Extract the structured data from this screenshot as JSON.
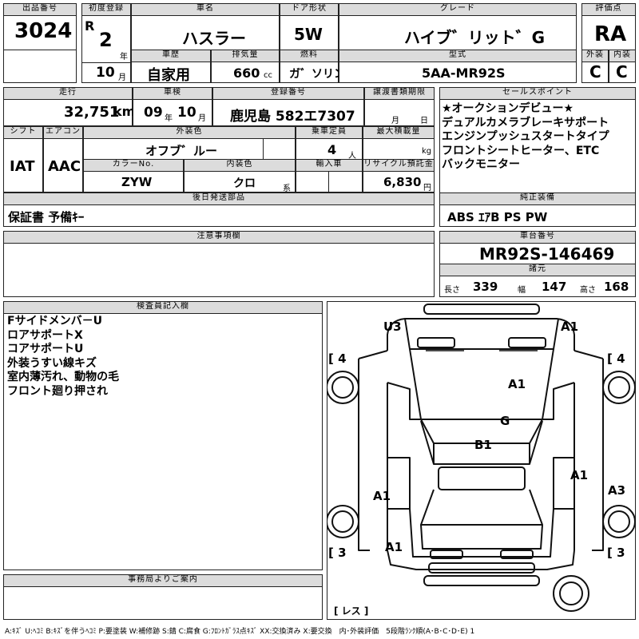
{
  "lot": {
    "label": "出品番号",
    "value": "3024"
  },
  "first_reg": {
    "label": "初度登録",
    "era": "R",
    "year": "2",
    "year_unit": "年",
    "month": "10",
    "month_unit": "月"
  },
  "model_name": {
    "label": "車名",
    "value": "ハスラー"
  },
  "doors": {
    "label": "ドア形状",
    "value": "5W"
  },
  "grade": {
    "label": "グレード",
    "value": "ハイブ゛リット゛G"
  },
  "score": {
    "label": "評価点",
    "value": "RA"
  },
  "history": {
    "label": "車歴",
    "value": "自家用"
  },
  "displacement": {
    "label": "排気量",
    "value": "660",
    "unit": "cc"
  },
  "fuel": {
    "label": "燃料",
    "value": "ガ゛ソリン"
  },
  "model_code": {
    "label": "型式",
    "value": "5AA-MR92S"
  },
  "exterior_grade": {
    "label": "外装",
    "value": "C"
  },
  "interior_grade": {
    "label": "内装",
    "value": "C"
  },
  "mileage": {
    "label": "走行",
    "value": "32,751",
    "unit": "km"
  },
  "inspection": {
    "label": "車検",
    "year": "09",
    "year_unit": "年",
    "month": "10",
    "month_unit": "月"
  },
  "registration": {
    "label": "登録番号",
    "value": "鹿児島 582エ7307"
  },
  "transfer_deadline": {
    "label": "譲渡書類期限",
    "month_unit": "月",
    "day_unit": "日"
  },
  "shift": {
    "label": "シフト",
    "value": "IAT"
  },
  "aircon": {
    "label": "エアコン",
    "value": "AAC"
  },
  "ext_color": {
    "label": "外装色",
    "value": "オフブ゛ルー"
  },
  "capacity": {
    "label": "乗車定員",
    "value": "4",
    "unit": "人"
  },
  "max_load": {
    "label": "最大積載量",
    "unit": "kg"
  },
  "color_no": {
    "label": "カラーNo.",
    "value": "ZYW"
  },
  "int_color": {
    "label": "内装色",
    "value": "クロ",
    "unit": "系"
  },
  "import": {
    "label": "輸入車"
  },
  "recycle": {
    "label": "リサイクル預託金",
    "value": "6,830",
    "unit": "円"
  },
  "sales_points": {
    "label": "セールスポイント",
    "lines": [
      "★オークションデビュー★",
      "デュアルカメラブレーキサポート",
      "エンジンプッシュスタートタイプ",
      "フロントシートヒーター、ETC",
      "バックモニター"
    ]
  },
  "later_parts": {
    "label": "後日発送部品",
    "value": "保証書 予備ｷｰ"
  },
  "equipment": {
    "label": "純正装備",
    "value": "ABS ｴｱB PS PW"
  },
  "notes": {
    "label": "注意事項欄"
  },
  "vin": {
    "label": "車台番号",
    "value": "MR92S-146469"
  },
  "specs": {
    "label": "諸元",
    "length_label": "長さ",
    "length": "339",
    "width_label": "幅",
    "width": "147",
    "height_label": "高さ",
    "height": "168"
  },
  "inspector": {
    "label": "検査員記入欄",
    "lines": [
      "Fサイドメンバ－U",
      "ロアサポートX",
      "コアサポートU",
      "外装うすい線キズ",
      "室内薄汚れ、動物の毛",
      "フロント廻り押され"
    ]
  },
  "office": {
    "label": "事務局よりご案内"
  },
  "diagram": {
    "marks": {
      "u3": "U3",
      "a1_front_right": "A1",
      "a1_hood": "A1",
      "g_windshield": "G",
      "b1_roof": "B1",
      "a1_right_door": "A1",
      "a3_right_rear": "A3",
      "a1_left_door": "A1",
      "a1_left_rear": "A1"
    },
    "tire_fl": "[ 4",
    "tire_fr": "[ 4",
    "tire_rl": "[ 3",
    "tire_rr": "[ 3",
    "spare": "[ レス ]"
  },
  "legend": "A:ｷｽﾞ U:ﾍｺﾐ B:ｷｽﾞを伴うﾍｺﾐ P:要塗装 W:補修跡 S:錆 C:腐食 G:ﾌﾛﾝﾄｶﾞﾗｽ点ｷｽﾞ XX:交換済み X:要交換　内･外装評価　5段階ﾗﾝｸ順(A･B･C･D･E) 1"
}
